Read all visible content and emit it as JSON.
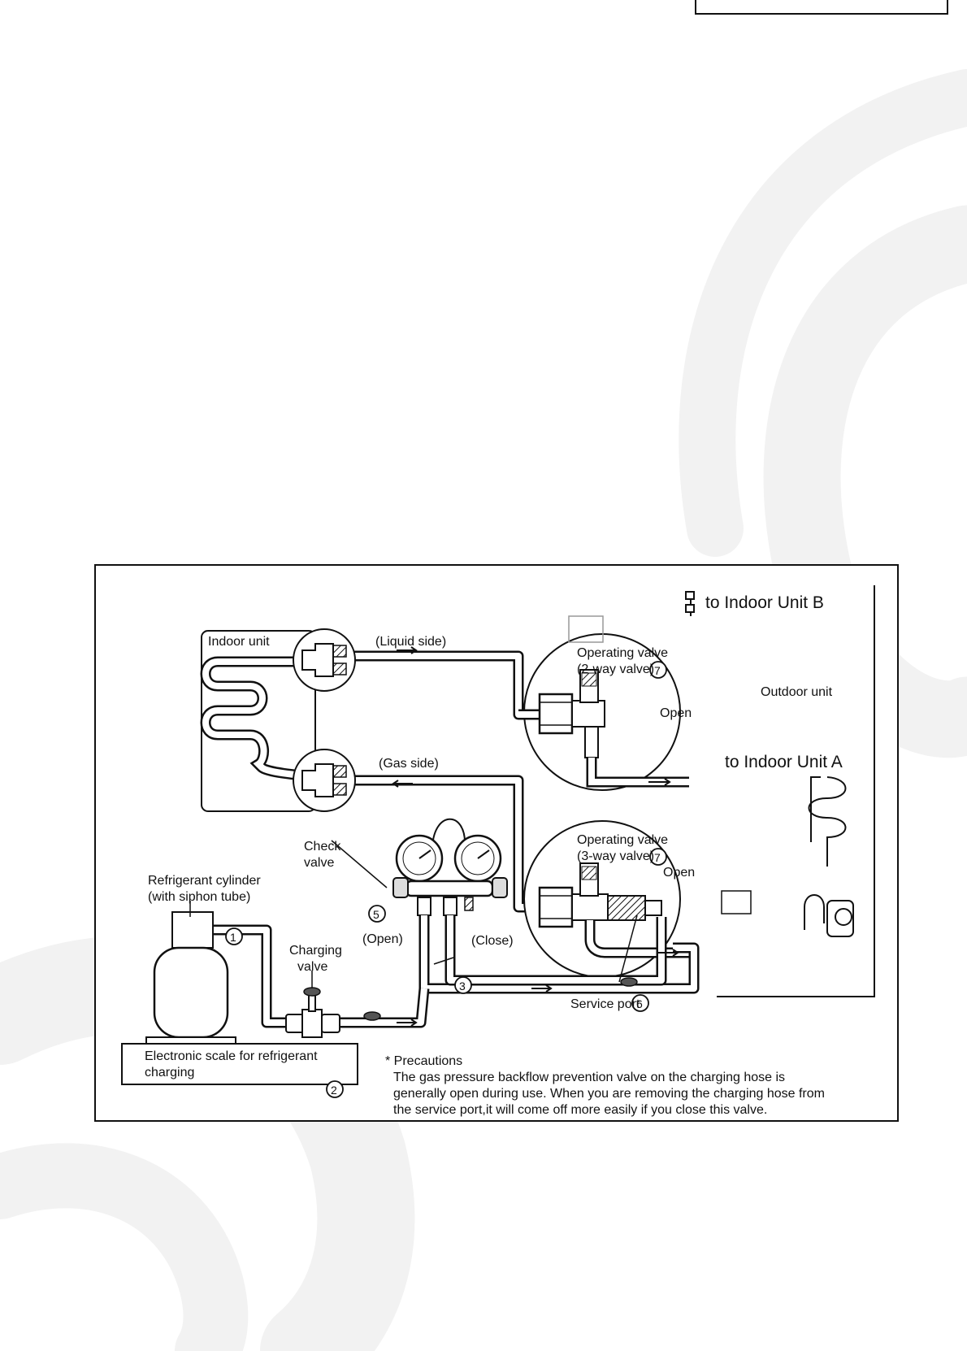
{
  "diagram": {
    "indoor_unit": "Indoor unit",
    "liquid_side": "(Liquid side)",
    "gas_side": "(Gas side)",
    "op_valve_2way_line1": "Operating valve",
    "op_valve_2way_line2": "(2-way valve)",
    "op_valve_2way_num": "7",
    "open_2way": "Open",
    "op_valve_3way_line1": "Operating valve",
    "op_valve_3way_line2": "(3-way valve)",
    "op_valve_3way_num": "7",
    "open_3way": "Open",
    "outdoor_unit": "Outdoor unit",
    "to_indoor_b": "to Indoor Unit  B",
    "to_indoor_a": "to Indoor Unit  A",
    "check_valve_line1": "Check",
    "check_valve_line2": "valve",
    "open_num": "5",
    "open_label": "(Open)",
    "close_label": "(Close)",
    "refrigerant_line1": "Refrigerant cylinder",
    "refrigerant_line2": "(with siphon tube)",
    "cylinder_num": "1",
    "charging_valve_line1": "Charging",
    "charging_valve_line2": "valve",
    "hose_num": "3",
    "service_port": "Service port",
    "service_port_num": "6",
    "scale_line1": "Electronic scale for refrigerant",
    "scale_line2": "charging",
    "scale_num": "2",
    "precautions_title": "* Precautions",
    "precautions_line1": "The gas pressure backflow prevention valve on the charging hose is",
    "precautions_line2": "generally open during use. When you are removing the charging hose from",
    "precautions_line3": "the service port,it will come off more easily if you close this valve."
  }
}
